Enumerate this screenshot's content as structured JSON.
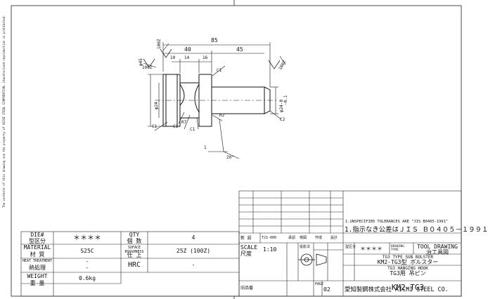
{
  "dimensions": {
    "overall": "85",
    "d40": "40",
    "d45": "45",
    "d10": "10",
    "d14": "14",
    "d16": "16",
    "phi45": "φ45",
    "phi24": "φ24",
    "phi24tol": "φ24-0",
    "tol_lower": "-0.1",
    "flat_top": "100Z",
    "flat_left": "100Z",
    "flat_right": "100Z",
    "c1a": "C1",
    "c1b": "C1",
    "c1c": "C1",
    "c1d": "C1",
    "c2": "C2",
    "r7": "R7",
    "r2": "R2",
    "angle_len": "1",
    "angle": "20°"
  },
  "left_table": {
    "die_label": "DIE#",
    "die_label_jp": "型区分",
    "die_value": "＊＊＊＊",
    "qty_label": "QTY",
    "qty_label_jp": "個 数",
    "qty_value": "4",
    "material_label": "MATERIAL",
    "material_label_jp": "材 質",
    "material_value": "S25C",
    "surface_label": "SUFACE ROUGHNESS",
    "surface_label_jp": "仕 上",
    "surface_value": "25Z (100Z)",
    "heat_label": "HEAT TREATMENT",
    "heat_label_jp": "熱処理",
    "heat_value_a": "-",
    "heat_value_b": "-",
    "hrc_label": "HRC",
    "hrc_value": "-",
    "weight_label": "WEIGHT",
    "weight_label_jp": "重 量",
    "weight_value": "0.6kg"
  },
  "title_block": {
    "tolerance_note_en": "1.UNSPECIFIED TOLERANCES ARE \"JIS B0405-1991\"",
    "tolerance_note_jp": "1.指示なき公差はＪＩＳ Ｂ０４０５－１９９１",
    "new_label": "新 設",
    "drawing_no": "T21-000",
    "approved": "承認",
    "checked": "検図",
    "prepared": "作成",
    "designed": "設計",
    "scale_label": "SCALE",
    "scale_label_jp": "尺度",
    "scale_value": "1:10",
    "projection_label": "投影法",
    "die_class_label": "型区分",
    "die_class_value": "＊＊＊＊",
    "drawing_type_label": "DRAWING TYPE",
    "drawing_type_value": "TOOL DRAWING",
    "drawing_type_jp": "治工具図",
    "part_name_en": "TG3 TYPE SUB BOLSTER",
    "part_no": "KM2-TG3型 ボルスター",
    "sub_name_en": "TG3 HANGING HOOK",
    "sub_name_jp": "TG3用 吊ピン",
    "model": "KM2-TG3",
    "parts_label": "旧品番",
    "page_label": "PAGE",
    "page_value": "02",
    "company": "愛知製鋼株式会社 AICHI STEEL CO."
  },
  "side_note": "The contents of this drawing are the property of AICHI STEEL CORPORATION. Unauthorized reproduction is prohibited."
}
